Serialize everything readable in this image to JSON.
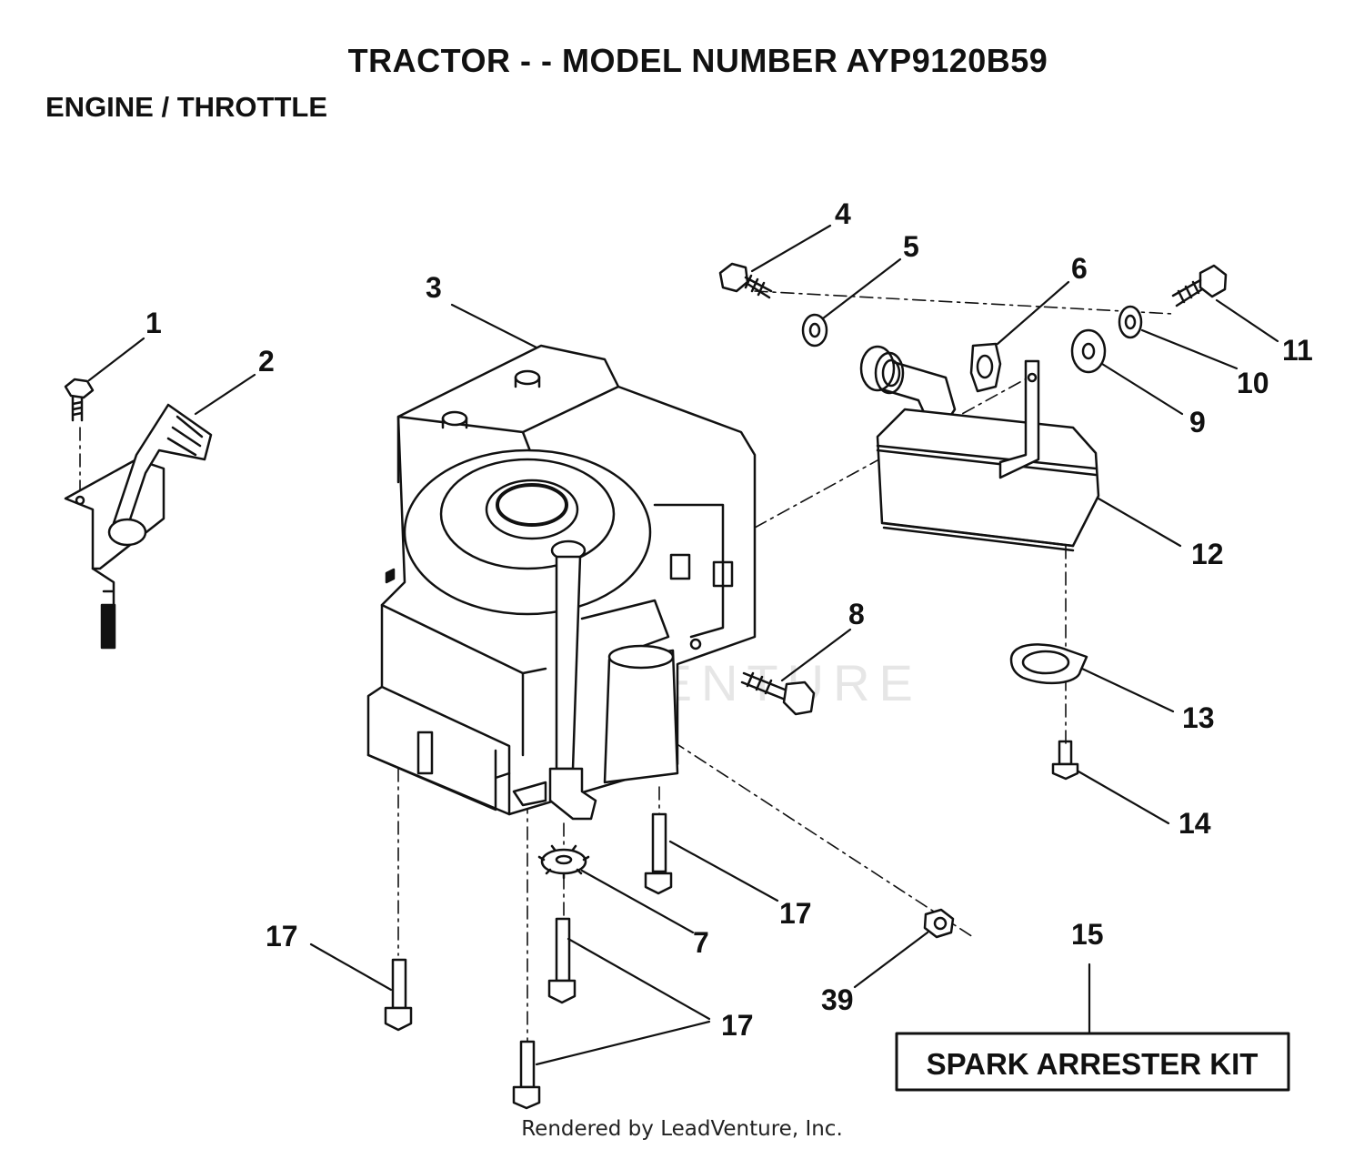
{
  "header": {
    "title": "TRACTOR - - MODEL NUMBER AYP9120B59",
    "section": "ENGINE / THROTTLE"
  },
  "callouts": {
    "c1": "1",
    "c2": "2",
    "c3": "3",
    "c4": "4",
    "c5": "5",
    "c6": "6",
    "c7": "7",
    "c8": "8",
    "c9": "9",
    "c10": "10",
    "c11": "11",
    "c12": "12",
    "c13": "13",
    "c14": "14",
    "c15": "15",
    "c17a": "17",
    "c17b": "17",
    "c17c": "17",
    "c39": "39"
  },
  "kit_box": {
    "label": "SPARK ARRESTER KIT"
  },
  "watermark": "LEADVENTURE",
  "footer": "Rendered by LeadVenture, Inc.",
  "colors": {
    "ink": "#111111",
    "background": "#ffffff",
    "watermark": "#e6e6e6"
  }
}
